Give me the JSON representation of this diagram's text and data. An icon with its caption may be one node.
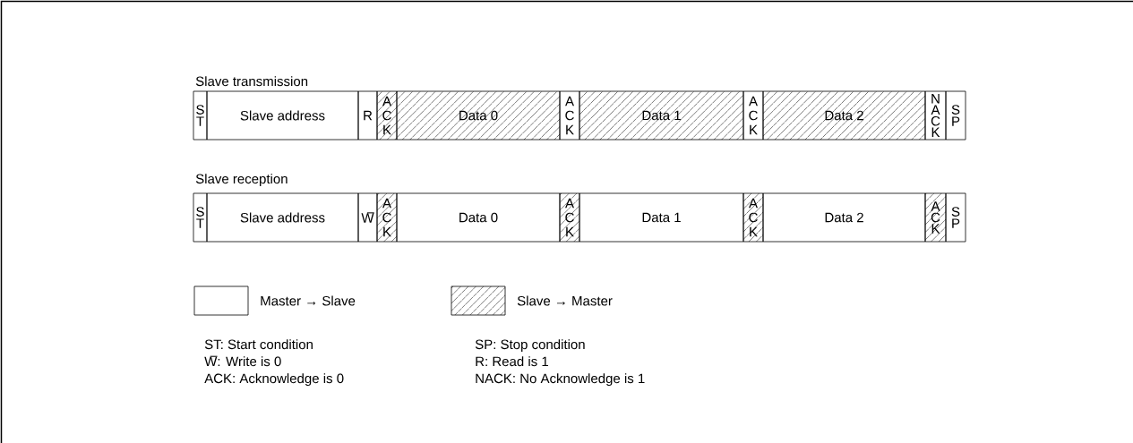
{
  "diagram": {
    "nodes": [
      {
        "text": [
          "ST"
        ]
      },
      {
        "text": [
          "Slave address"
        ]
      },
      {
        "text": [
          "R"
        ]
      },
      {
        "text": [
          "ACK"
        ]
      },
      {
        "text": [
          "Data 0"
        ]
      },
      {
        "text": [
          "ACK"
        ]
      },
      {
        "text": [
          "Data 1"
        ]
      },
      {
        "text": [
          "ACK"
        ]
      },
      {
        "text": [
          "Data 2"
        ]
      },
      {
        "text": [
          "NACK"
        ]
      },
      {
        "text": [
          "SP"
        ]
      },
      {
        "text": [
          "ST"
        ]
      },
      {
        "text": [
          "Slave address"
        ]
      },
      {
        "text": [
          "W̅"
        ]
      },
      {
        "text": [
          "ACK"
        ]
      },
      {
        "text": [
          "Data 0"
        ]
      },
      {
        "text": [
          "ACK"
        ]
      },
      {
        "text": [
          "Data 1"
        ]
      },
      {
        "text": [
          "ACK"
        ]
      },
      {
        "text": [
          "Data 2"
        ]
      },
      {
        "text": [
          "ACK"
        ]
      },
      {
        "text": [
          "SP"
        ]
      }
    ],
    "labels": [
      "Slave transmission",
      "Slave reception",
      "ST: Start condition",
      "SP: Stop condition",
      "W̅: Write is 0",
      "R: Read is 1",
      "ACK: Acknowledge is 0",
      "NACK: No Acknowledge is 1"
    ],
    "legend": [
      {
        "text": "Master → Slave"
      },
      {
        "text": "Slave → Master"
      }
    ]
  }
}
